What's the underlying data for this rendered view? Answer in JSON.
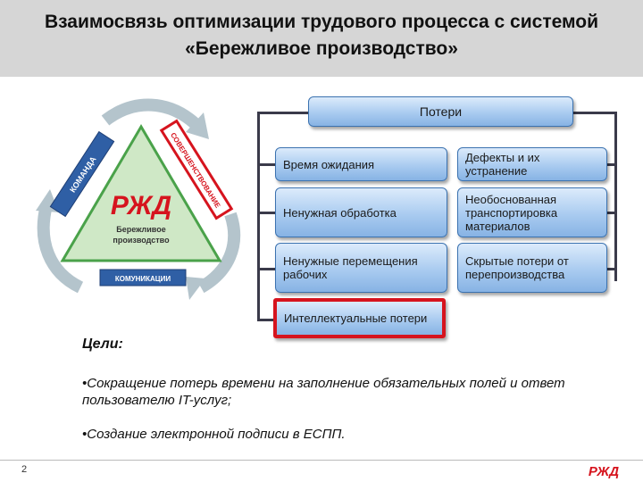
{
  "title": "Взаимосвязь оптимизации трудового процесса с системой «Бережливое производство»",
  "cycle": {
    "left_label": "КОМАНДА",
    "right_label": "СОВЕРШЕНСТВОВАНИЕ",
    "bottom_label": "КОМУНИКАЦИИ",
    "center_label_line1": "Бережливое",
    "center_label_line2": "производство"
  },
  "losses": {
    "root": "Потери",
    "left": [
      "Время ожидания",
      "Ненужная обработка",
      "Ненужные перемещения рабочих",
      "Интеллектуальные потери"
    ],
    "right": [
      "Дефекты и их устранение",
      "Необоснованная транспортировка материалов",
      "Скрытые потери от перепроизводства"
    ]
  },
  "goals": {
    "title": "Цели:",
    "items": [
      "•Сокращение потерь времени на заполнение обязательных полей и ответ пользователю IT-услуг;",
      "•Создание электронной подписи в ЕСПП."
    ]
  },
  "page_number": "2",
  "colors": {
    "accent_red": "#d6141e",
    "box_blue": "#a9cbf0",
    "triangle_green": "#cfe8c6"
  }
}
